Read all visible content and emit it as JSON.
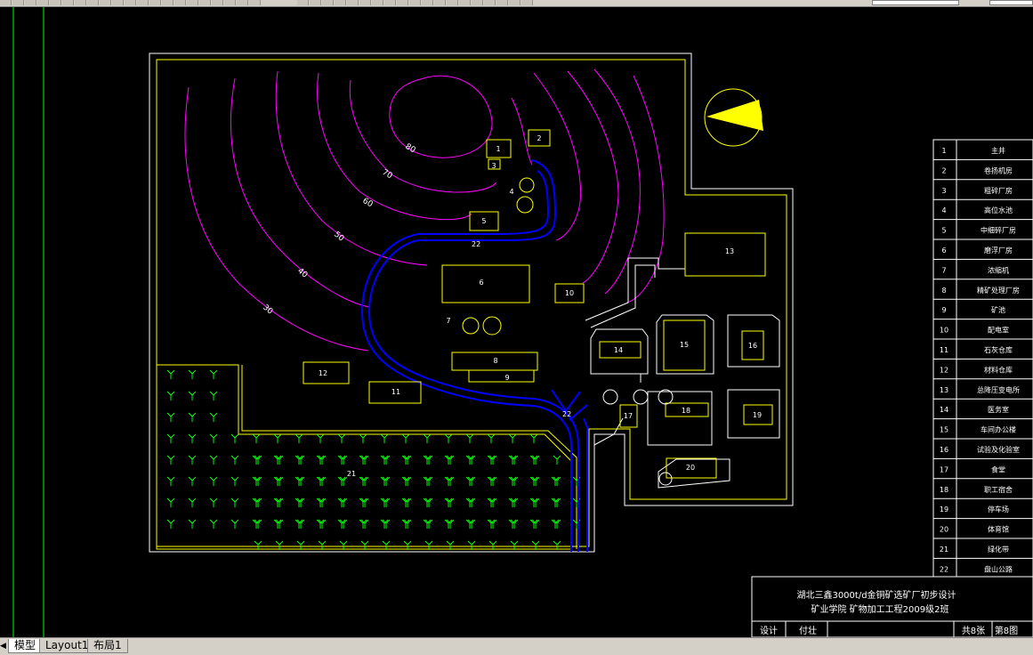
{
  "drawing": {
    "buildings": [
      {
        "num": "1"
      },
      {
        "num": "2"
      },
      {
        "num": "3"
      },
      {
        "num": "4"
      },
      {
        "num": "5"
      },
      {
        "num": "6"
      },
      {
        "num": "7"
      },
      {
        "num": "8"
      },
      {
        "num": "9"
      },
      {
        "num": "10"
      },
      {
        "num": "11"
      },
      {
        "num": "12"
      },
      {
        "num": "13"
      },
      {
        "num": "14"
      },
      {
        "num": "15"
      },
      {
        "num": "16"
      },
      {
        "num": "17"
      },
      {
        "num": "18"
      },
      {
        "num": "19"
      },
      {
        "num": "20"
      },
      {
        "num": "21"
      },
      {
        "num": "22"
      }
    ],
    "road_label_2": "22",
    "contours": [
      "80",
      "70",
      "60",
      "50",
      "40",
      "30"
    ],
    "colors": {
      "contour": "#ff00ff",
      "building": "#ffff00",
      "road": "#0000ff",
      "green": "#00ff00",
      "frame": "#ffffff",
      "background": "#000000"
    }
  },
  "legend": [
    {
      "num": "1",
      "name": "主井"
    },
    {
      "num": "2",
      "name": "卷扬机房"
    },
    {
      "num": "3",
      "name": "粗碎厂房"
    },
    {
      "num": "4",
      "name": "高位水池"
    },
    {
      "num": "5",
      "name": "中细碎厂房"
    },
    {
      "num": "6",
      "name": "磨浮厂房"
    },
    {
      "num": "7",
      "name": "浓缩机"
    },
    {
      "num": "8",
      "name": "精矿处理厂房"
    },
    {
      "num": "9",
      "name": "矿池"
    },
    {
      "num": "10",
      "name": "配电室"
    },
    {
      "num": "11",
      "name": "石灰仓库"
    },
    {
      "num": "12",
      "name": "材料仓库"
    },
    {
      "num": "13",
      "name": "总降压变电所"
    },
    {
      "num": "14",
      "name": "医务室"
    },
    {
      "num": "15",
      "name": "车间办公楼"
    },
    {
      "num": "16",
      "name": "试验及化验室"
    },
    {
      "num": "17",
      "name": "食堂"
    },
    {
      "num": "18",
      "name": "职工宿舍"
    },
    {
      "num": "19",
      "name": "停车场"
    },
    {
      "num": "20",
      "name": "体育馆"
    },
    {
      "num": "21",
      "name": "绿化带"
    },
    {
      "num": "22",
      "name": "盘山公路"
    }
  ],
  "title_block": {
    "line1": "湖北三鑫3000t/d金铜矿选矿厂初步设计",
    "line2": "矿业学院   矿物加工工程2009级2班",
    "design_label": "设计",
    "designer": "付壮",
    "total_sheets": "共8张",
    "sheet_no": "第8图"
  },
  "tabs": {
    "model": "模型",
    "layout1": "Layout1",
    "layout2": "布局1"
  }
}
